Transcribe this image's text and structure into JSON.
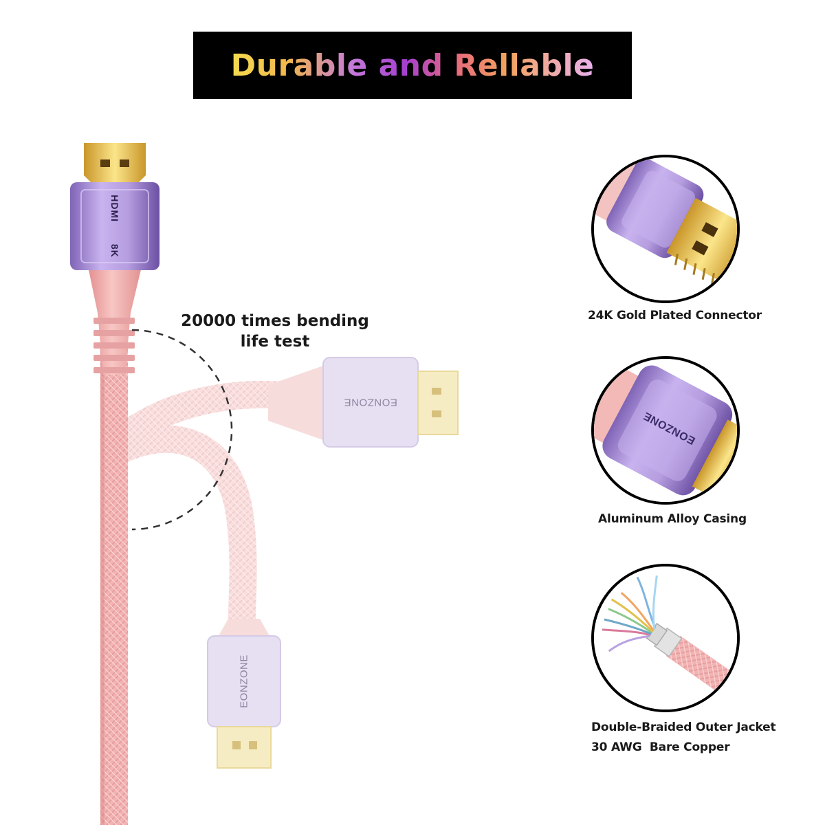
{
  "banner": {
    "title": "Durable and Rellable"
  },
  "cable": {
    "main_connector": {
      "line1": "HDMI",
      "line2": "8K"
    },
    "brand": "EONZONE",
    "bend_caption": {
      "line1": "20000 times bending",
      "line2": "life test"
    }
  },
  "features": [
    {
      "label": "24K Gold Plated Connector",
      "icon": "gold-connector-closeup"
    },
    {
      "label": "Aluminum Alloy Casing",
      "icon": "alloy-casing-closeup",
      "brand": "EONZONE"
    },
    {
      "label_line1": "Double-Braided Outer Jacket",
      "label_line2": "30 AWG  Bare Copper",
      "icon": "cable-wires-closeup"
    }
  ],
  "colors": {
    "banner_bg": "#000000",
    "cable_pink": "#f2b7b8",
    "casing_lavender": "#b7a3dc",
    "gold": "#e8c34a"
  }
}
